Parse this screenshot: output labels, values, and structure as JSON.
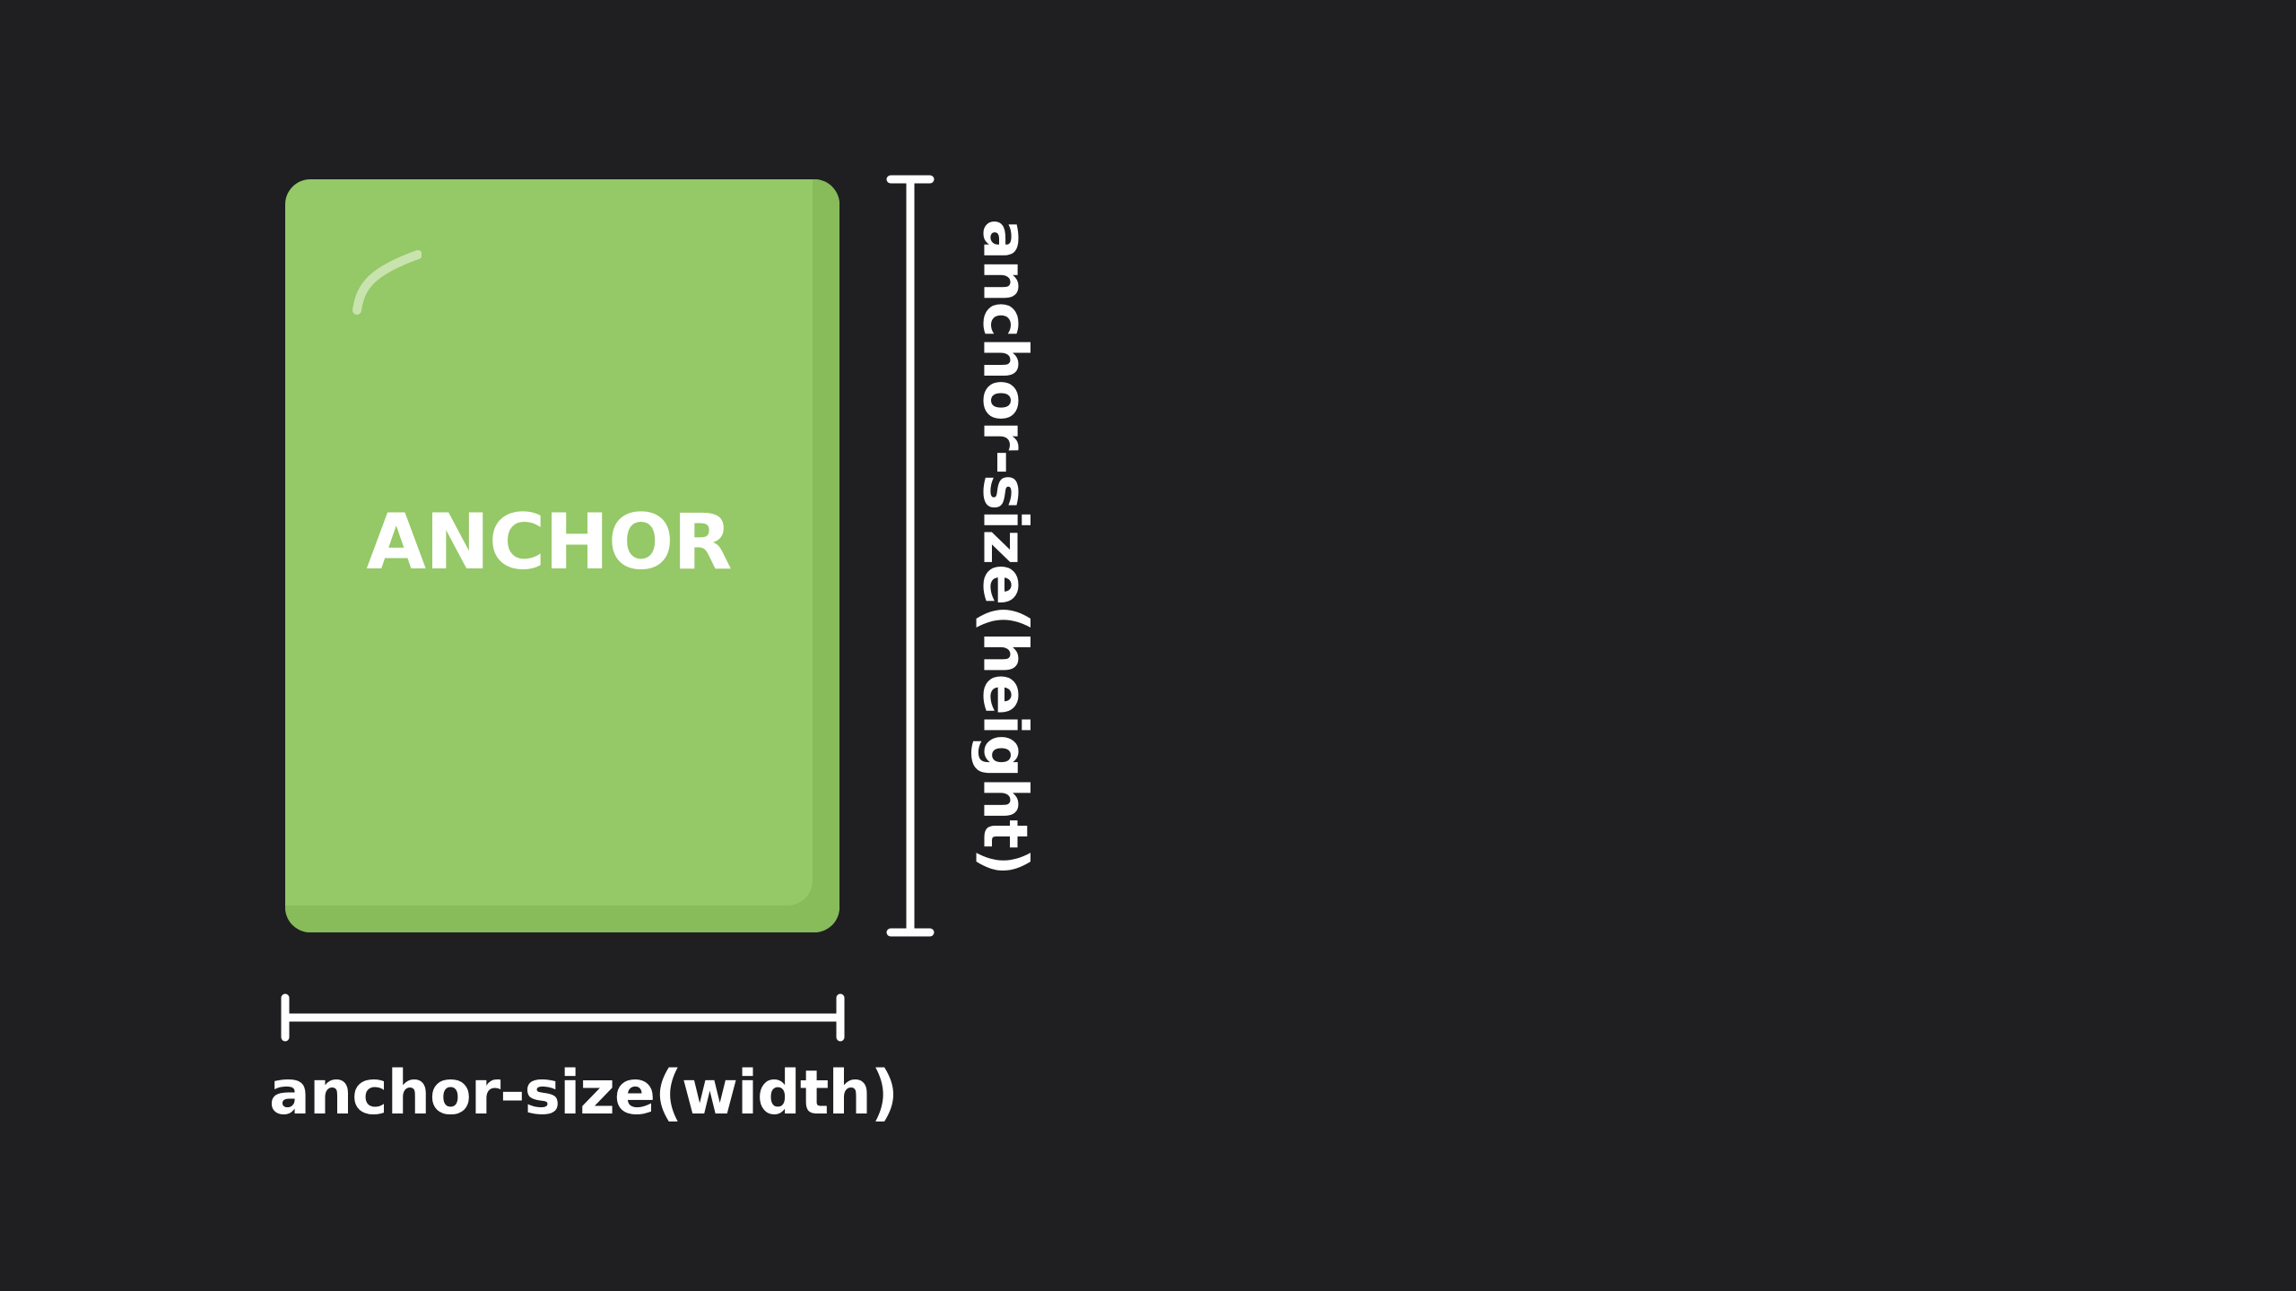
{
  "anchor": {
    "label": "ANCHOR",
    "fill_color": "#95c866",
    "shade_color": "#88bb5a"
  },
  "measurements": {
    "width_label": "anchor-size(width)",
    "height_label": "anchor-size(height)",
    "line_color": "#ffffff"
  },
  "background_color": "#1f1f21"
}
